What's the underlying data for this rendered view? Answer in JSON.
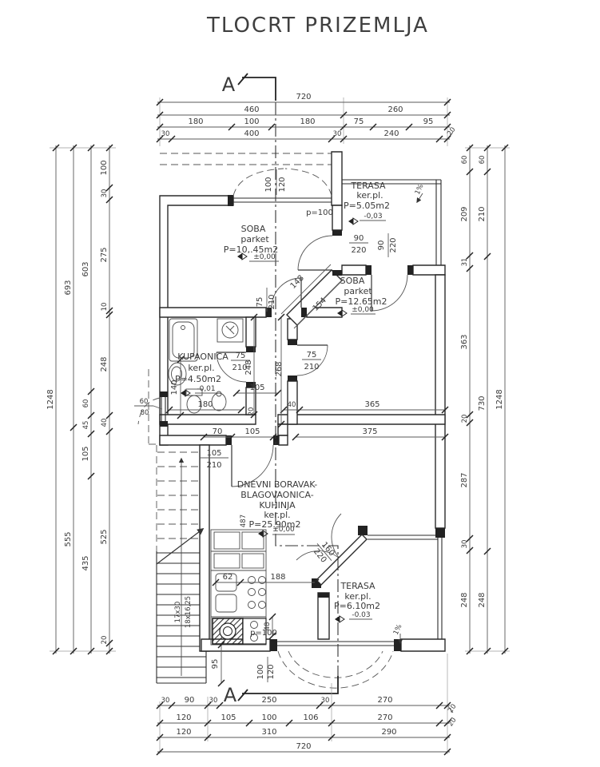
{
  "title": "TLOCRT PRIZEMLJA",
  "section_marker": "A",
  "rooms": {
    "soba1": {
      "name": "SOBA",
      "floor": "parket",
      "area": "P=10,.45m2",
      "elev": "±0,00"
    },
    "terasa1": {
      "name": "TERASA",
      "floor": "ker.pl.",
      "area": "P=5.05m2",
      "elev": "-0,03"
    },
    "soba2": {
      "name": "SOBA",
      "floor": "parket",
      "area": "P=12.65m2",
      "elev": "±0,00"
    },
    "kupaonica": {
      "name": "KUPAONICA",
      "floor": "ker.pl.",
      "area": "P=4.50m2",
      "elev": "-0,01"
    },
    "dnevni": {
      "line1": "DNEVNI BORAVAK-",
      "line2": "BLAGOVAONICA-",
      "line3": "KUHINJA",
      "floor": "ker.pl.",
      "area": "P=25.90m2",
      "elev": "±0,00"
    },
    "terasa2": {
      "name": "TERASA",
      "floor": "ker.pl.",
      "area": "P=6.10m2",
      "elev": "-0.03"
    }
  },
  "dims": {
    "top_r1": [
      "720"
    ],
    "top_r2": [
      "460",
      "260"
    ],
    "top_r3": [
      "180",
      "100",
      "180",
      "75",
      "95"
    ],
    "top_r4": [
      "30",
      "400",
      "30",
      "240",
      "20"
    ],
    "bot_r1": [
      "30",
      "90",
      "30",
      "250",
      "30",
      "270",
      "20"
    ],
    "bot_r2": [
      "120",
      "105",
      "100",
      "106",
      "270",
      "20"
    ],
    "bot_r3": [
      "120",
      "310",
      "290"
    ],
    "bot_r4": [
      "720"
    ],
    "left_c1": [
      "1248"
    ],
    "left_c2": [
      "693",
      "555"
    ],
    "left_c3": [
      "603",
      "60",
      "45",
      "105",
      "435"
    ],
    "left_c4": [
      "100",
      "30",
      "275",
      "10",
      "248",
      "40",
      "525",
      "20"
    ],
    "right_c1": [
      "60",
      "209",
      "31",
      "363",
      "20",
      "287",
      "30",
      "248"
    ],
    "right_c2": [
      "60",
      "210",
      "730",
      "248"
    ],
    "right_c3": [
      "1248"
    ],
    "interior": {
      "hall_w": "105",
      "bath_w": "180",
      "bath_d": "140",
      "soba2_off": "40",
      "soba2_w": "365",
      "liv_a": "70",
      "liv_b": "105",
      "liv_w": "375",
      "bath_h": "248",
      "hall_h": "268",
      "wall_t": "20",
      "kitchen_a": "62",
      "kitchen_b": "188",
      "stove_w": "48",
      "step_off": "95",
      "liv_h": "487",
      "diag_a": "148",
      "diag_b": "154"
    }
  },
  "openings": {
    "win_top": {
      "w": "100",
      "h": "120",
      "p": "p=100"
    },
    "win_bottom": {
      "w": "100",
      "h": "120",
      "p": "p=100"
    },
    "win_bath": {
      "w": "60",
      "p": "80"
    },
    "door_terasa1": {
      "w": "90",
      "h": "220"
    },
    "door_soba2_n": {
      "w": "90",
      "h": "220"
    },
    "door_soba1": {
      "w": "75",
      "h": "210"
    },
    "door_soba2": {
      "w": "75",
      "h": "210"
    },
    "door_bath": {
      "w": "75",
      "h": "210"
    },
    "door_entry": {
      "w": "105",
      "h": "210"
    },
    "door_terasa2": {
      "w": "160",
      "h": "220"
    }
  },
  "stairs": {
    "label1": "17x30",
    "label2": "18x16,25"
  },
  "slope_label": "1%"
}
